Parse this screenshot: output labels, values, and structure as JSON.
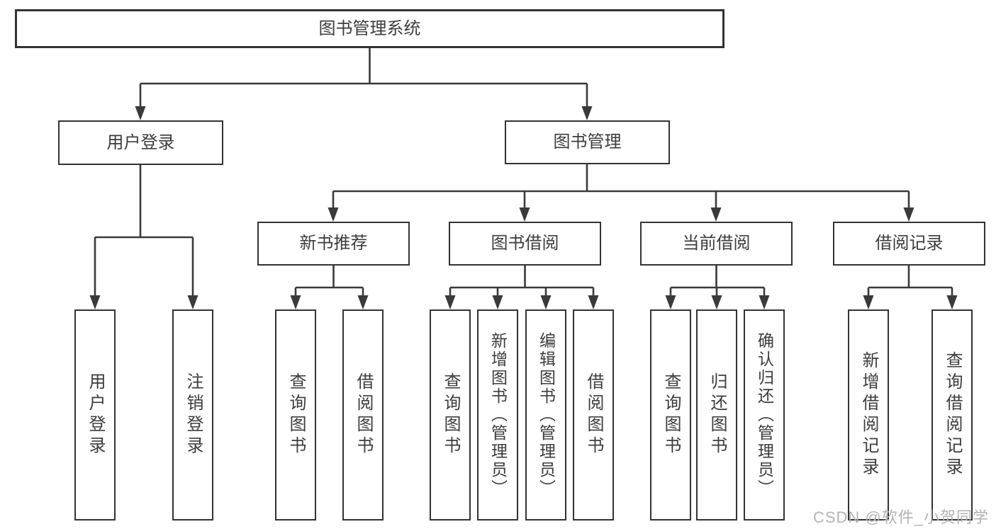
{
  "nodes": {
    "root": "图书管理系统",
    "level2": [
      "用户登录",
      "图书管理"
    ],
    "level3": [
      "新书推荐",
      "图书借阅",
      "当前借阅",
      "借阅记录"
    ],
    "leaves_user": [
      "用户登录",
      "注销登录"
    ],
    "leaves_new_books": [
      "查询图书",
      "借阅图书"
    ],
    "leaves_book_borrow": [
      "查询图书",
      "新增图书（管理员）",
      "编辑图书（管理员）",
      "借阅图书"
    ],
    "leaves_current": [
      "查询图书",
      "归还图书",
      "确认归还（管理员）"
    ],
    "leaves_records": [
      "新增借阅记录",
      "查询借阅记录"
    ]
  },
  "watermark": {
    "text": "CSDN @软件_小贺同学"
  },
  "colors": {
    "line": "#3a3a3a",
    "border": "#333333",
    "text": "#3c3c3c",
    "watermark": "#b3b3b3",
    "background": "#ffffff"
  }
}
